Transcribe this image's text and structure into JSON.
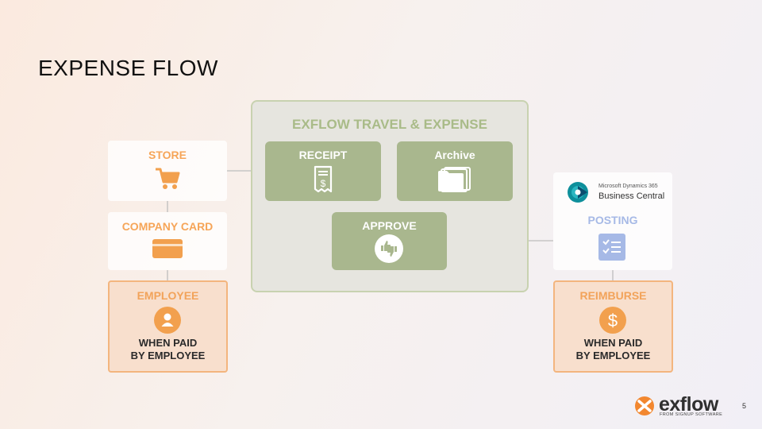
{
  "title": "EXPENSE FLOW",
  "center_group": {
    "title": "EXFLOW TRAVEL & EXPENSE"
  },
  "nodes": {
    "store": {
      "label": "STORE",
      "icon": "shopping-cart-icon"
    },
    "company_card": {
      "label": "COMPANY CARD",
      "icon": "credit-card-icon"
    },
    "employee": {
      "label": "EMPLOYEE",
      "icon": "person-icon",
      "note_line1": "WHEN PAID",
      "note_line2": "BY EMPLOYEE"
    },
    "receipt": {
      "label": "RECEIPT",
      "icon": "receipt-icon"
    },
    "archive": {
      "label": "Archive",
      "icon": "folders-icon"
    },
    "approve": {
      "label": "APPROVE",
      "icon": "thumbs-up-down-icon"
    },
    "posting": {
      "label": "POSTING",
      "icon": "checklist-icon",
      "product_line1": "Microsoft Dynamics 365",
      "product_line2": "Business Central"
    },
    "reimburse": {
      "label": "REIMBURSE",
      "icon": "dollar-icon",
      "note_line1": "WHEN PAID",
      "note_line2": "BY EMPLOYEE"
    }
  },
  "branding": {
    "name": "exflow",
    "tagline": "FROM SIGNUP SOFTWARE",
    "page_number": "5"
  },
  "colors": {
    "accent_orange": "#f2a04e",
    "green_box": "#a9b78e",
    "group_bg": "#e6e5df",
    "posting_blue": "#a6b9e6"
  }
}
